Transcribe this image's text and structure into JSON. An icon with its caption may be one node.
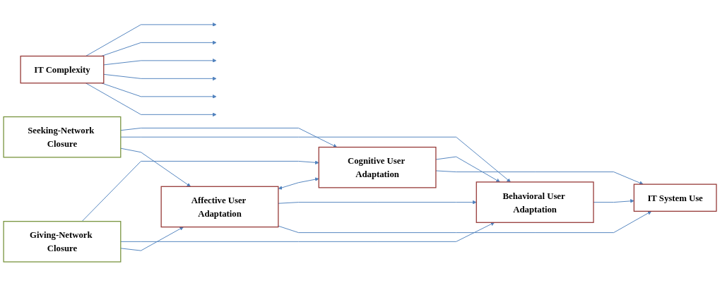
{
  "diagram": {
    "nodes": [
      {
        "text": [
          "Seeking-Network Closure"
        ]
      },
      {
        "text": [
          "IT Complexity"
        ]
      },
      {
        "text": [
          "Giving-Network Closure"
        ]
      },
      {
        "text": [
          "Cognitive User Adaptation"
        ]
      },
      {
        "text": [
          "Behavioral User Adaptation"
        ]
      },
      {
        "text": [
          "Affective User Adaptation"
        ]
      },
      {
        "text": [
          "IT System Use"
        ]
      }
    ],
    "edges": [
      {
        "from": 0,
        "to": 3,
        "arrow": "to"
      },
      {
        "from": 0,
        "to": 4,
        "arrow": "to"
      },
      {
        "from": 0,
        "to": 5,
        "arrow": "to"
      },
      {
        "from": 1,
        "to": null,
        "arrow": "to"
      },
      {
        "from": 1,
        "to": null,
        "arrow": "to"
      },
      {
        "from": 1,
        "to": null,
        "arrow": "to"
      },
      {
        "from": 1,
        "to": null,
        "arrow": "to"
      },
      {
        "from": 1,
        "to": null,
        "arrow": "to"
      },
      {
        "from": 1,
        "to": null,
        "arrow": "to"
      },
      {
        "from": 2,
        "to": 3,
        "arrow": "to"
      },
      {
        "from": 2,
        "to": 4,
        "arrow": "to"
      },
      {
        "from": 2,
        "to": 5,
        "arrow": "to"
      },
      {
        "from": 5,
        "to": 3,
        "arrow": "both"
      },
      {
        "from": 3,
        "to": 4,
        "arrow": "to"
      },
      {
        "from": 5,
        "to": 4,
        "arrow": "to"
      },
      {
        "from": 3,
        "to": 6,
        "arrow": "to"
      },
      {
        "from": 4,
        "to": 6,
        "arrow": "to"
      },
      {
        "from": 5,
        "to": 6,
        "arrow": "to"
      }
    ]
  }
}
